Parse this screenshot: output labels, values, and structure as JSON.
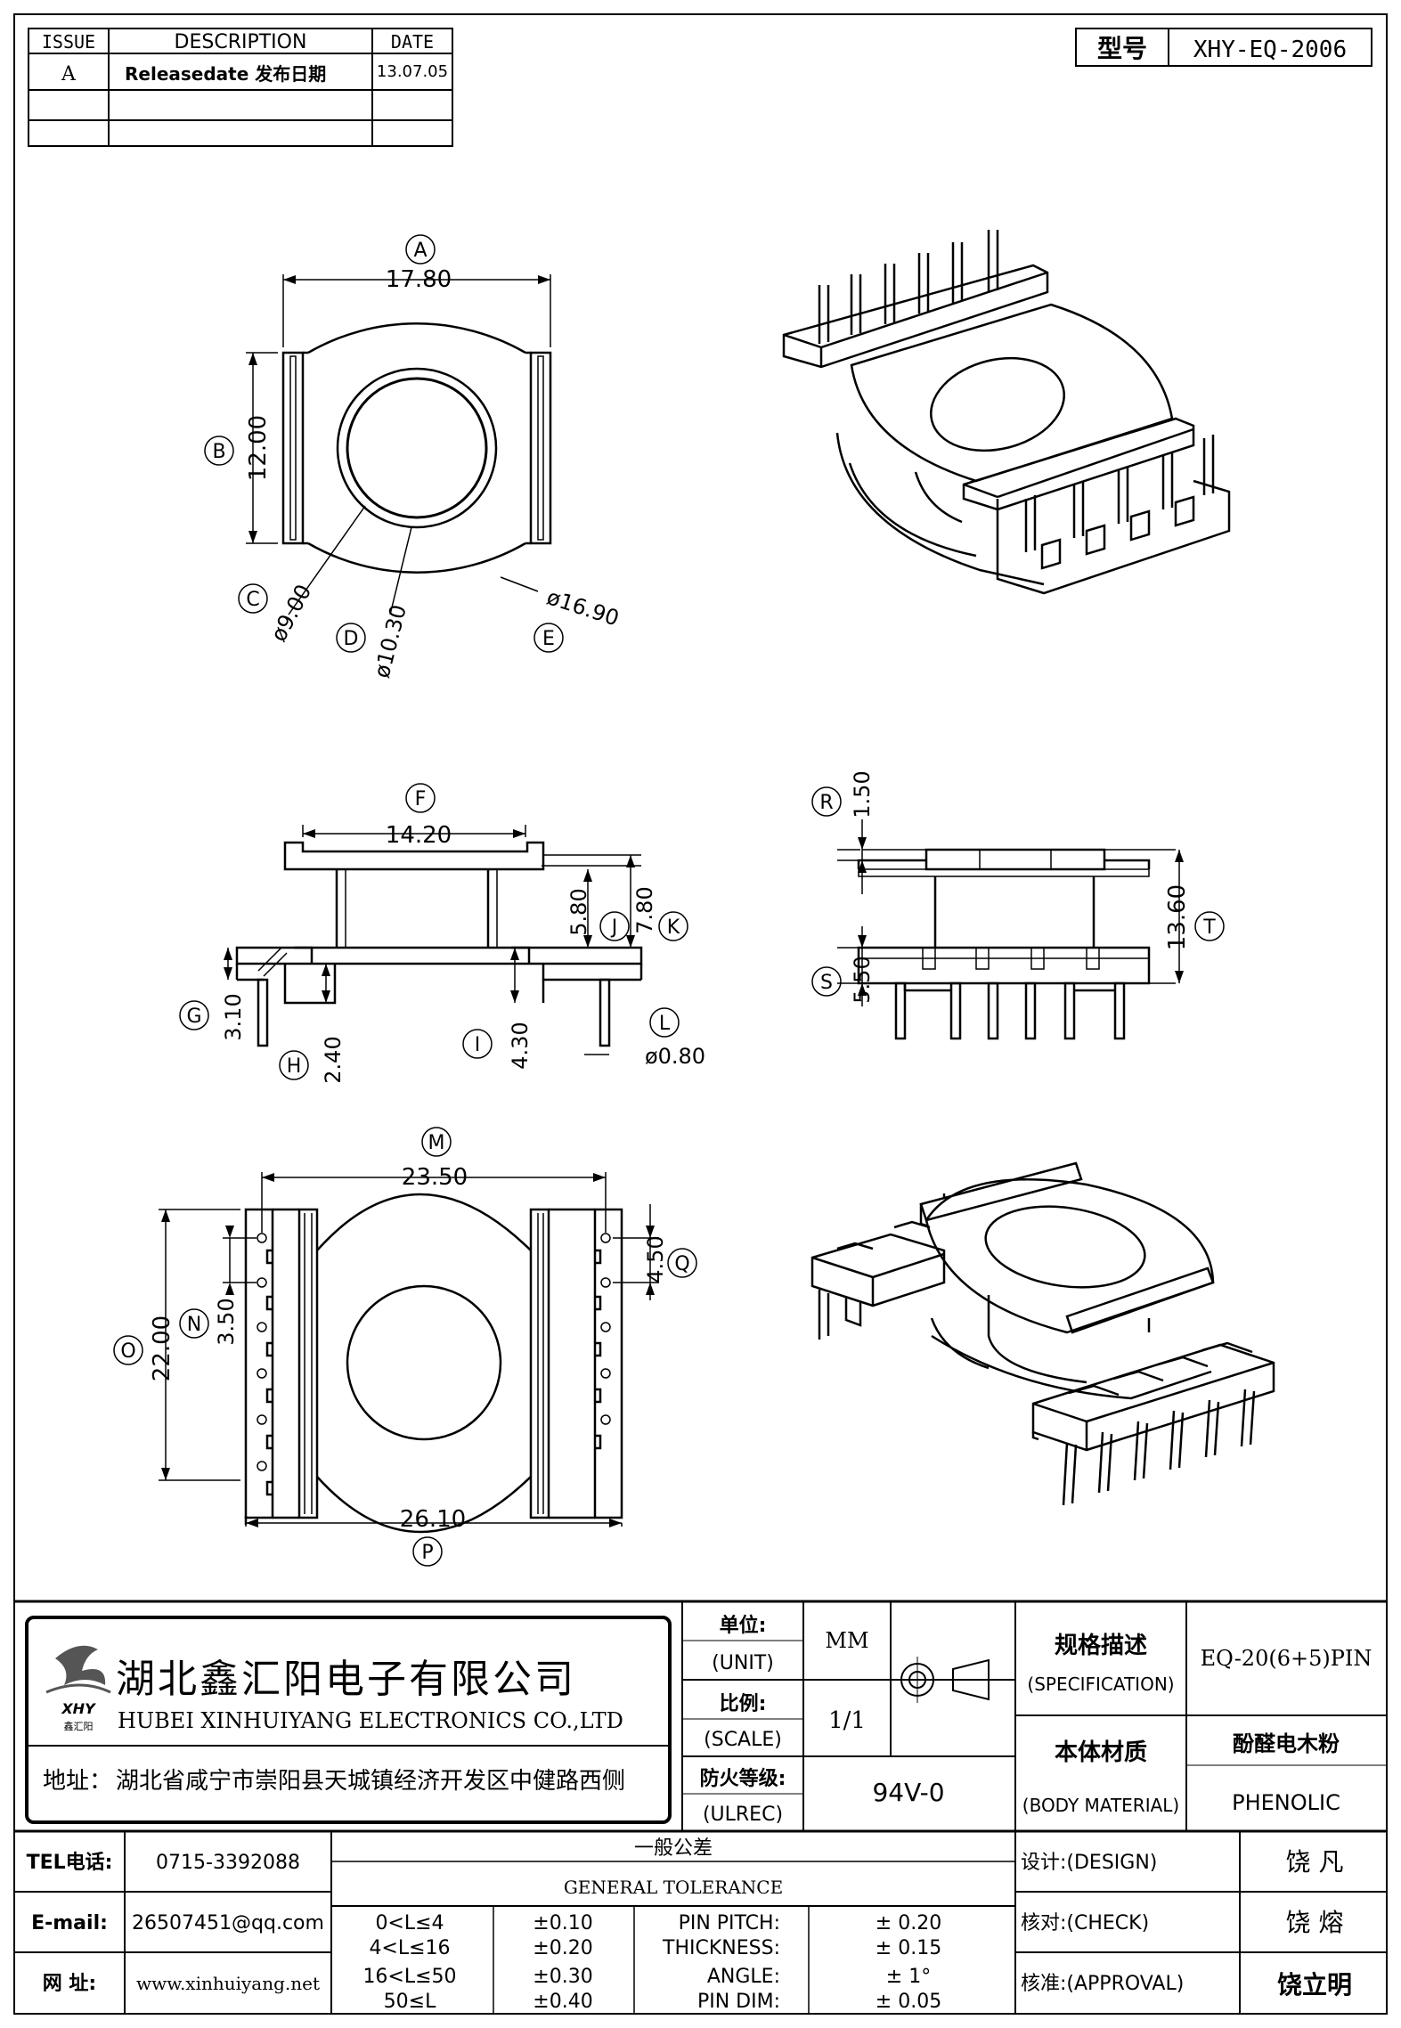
{
  "revision_table": {
    "headers": {
      "issue": "ISSUE",
      "description": "DESCRIPTION",
      "date": "DATE"
    },
    "rows": [
      {
        "issue": "A",
        "description": "Releasedate 发布日期",
        "date": "13.07.05"
      },
      {
        "issue": "",
        "description": "",
        "date": ""
      },
      {
        "issue": "",
        "description": "",
        "date": ""
      }
    ]
  },
  "model": {
    "label": "型号",
    "value": "XHY-EQ-2006"
  },
  "dimensions": {
    "A": {
      "letter": "A",
      "value": "17.80"
    },
    "B": {
      "letter": "B",
      "value": "12.00"
    },
    "C": {
      "letter": "C",
      "value": "ø9.00"
    },
    "D": {
      "letter": "D",
      "value": "ø10.30"
    },
    "E": {
      "letter": "E",
      "value": "ø16.90"
    },
    "F": {
      "letter": "F",
      "value": "14.20"
    },
    "G": {
      "letter": "G",
      "value": "3.10"
    },
    "H": {
      "letter": "H",
      "value": "2.40"
    },
    "I": {
      "letter": "I",
      "value": "4.30"
    },
    "J": {
      "letter": "J",
      "value": "5.80"
    },
    "K": {
      "letter": "K",
      "value": "7.80"
    },
    "L": {
      "letter": "L",
      "value": "ø0.80"
    },
    "M": {
      "letter": "M",
      "value": "23.50"
    },
    "N": {
      "letter": "N",
      "value": "3.50"
    },
    "O": {
      "letter": "O",
      "value": "22.00"
    },
    "P": {
      "letter": "P",
      "value": "26.10"
    },
    "Q": {
      "letter": "Q",
      "value": "4.50"
    },
    "R": {
      "letter": "R",
      "value": "1.50"
    },
    "S": {
      "letter": "S",
      "value": "5.50"
    },
    "T": {
      "letter": "T",
      "value": "13.60"
    }
  },
  "company": {
    "name_cn": "湖北鑫汇阳电子有限公司",
    "name_en": "HUBEI XINHUIYANG ELECTRONICS CO.,LTD",
    "address_label": "地址：",
    "address": "湖北省咸宁市崇阳县天城镇经济开发区中健路西侧",
    "logo_text": "XHY",
    "logo_sub": "鑫汇阳"
  },
  "unit": {
    "label_cn": "单位:",
    "label_en": "(UNIT)",
    "value": "MM"
  },
  "scale": {
    "label_cn": "比例:",
    "label_en": "(SCALE)",
    "value": "1/1"
  },
  "fire": {
    "label_cn": "防火等级:",
    "label_en": "(ULREC)",
    "value": "94V-0"
  },
  "spec": {
    "label_cn": "规格描述",
    "label_en": "(SPECIFICATION)",
    "value": "EQ-20(6+5)PIN"
  },
  "material": {
    "label_cn": "本体材质",
    "label_en": "(BODY MATERIAL)",
    "value_cn": "酚醛电木粉",
    "value_en": "PHENOLIC"
  },
  "contact": {
    "tel_label": "TEL电话:",
    "tel": "0715-3392088",
    "email_label": "E-mail:",
    "email": "26507451@qq.com",
    "web_label": "网  址:",
    "web": "www.xinhuiyang.net"
  },
  "tolerance": {
    "title_cn": "一般公差",
    "title_en": "GENERAL TOLERANCE",
    "ranges": [
      {
        "range": "0<L≤4",
        "tol": "±0.10"
      },
      {
        "range": "4<L≤16",
        "tol": "±0.20"
      },
      {
        "range": "16<L≤50",
        "tol": "±0.30"
      },
      {
        "range": "50≤L",
        "tol": "±0.40"
      }
    ],
    "items": [
      {
        "label": "PIN PITCH:",
        "tol": "±  0.20"
      },
      {
        "label": "THICKNESS:",
        "tol": "±  0.15"
      },
      {
        "label": "ANGLE:",
        "tol": "±  1°"
      },
      {
        "label": "PIN DIM:",
        "tol": "±  0.05"
      }
    ]
  },
  "approvals": [
    {
      "label": "设计:(DESIGN)",
      "name": "饶  凡"
    },
    {
      "label": "核对:(CHECK)",
      "name": "饶  熔"
    },
    {
      "label": "核准:(APPROVAL)",
      "name": "饶立明"
    }
  ]
}
